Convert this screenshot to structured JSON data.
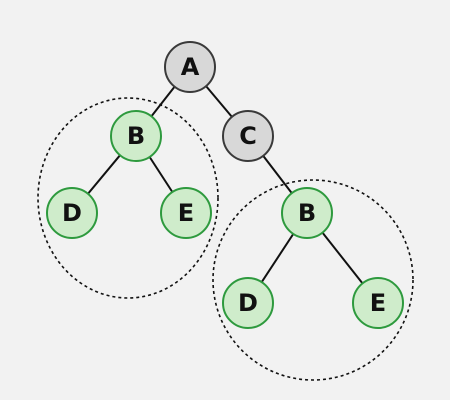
{
  "nodes": {
    "a": "A",
    "b_left": "B",
    "c": "C",
    "d_left": "D",
    "e_left": "E",
    "b_right": "B",
    "d_right": "D",
    "e_right": "E"
  },
  "colors": {
    "background": "#f2f2f2",
    "gray_fill": "#d8d8d8",
    "gray_stroke": "#3a3a3a",
    "green_fill": "#cfeccb",
    "green_stroke": "#2e9a3e",
    "edge": "#111111",
    "dashed_group": "#111111"
  }
}
